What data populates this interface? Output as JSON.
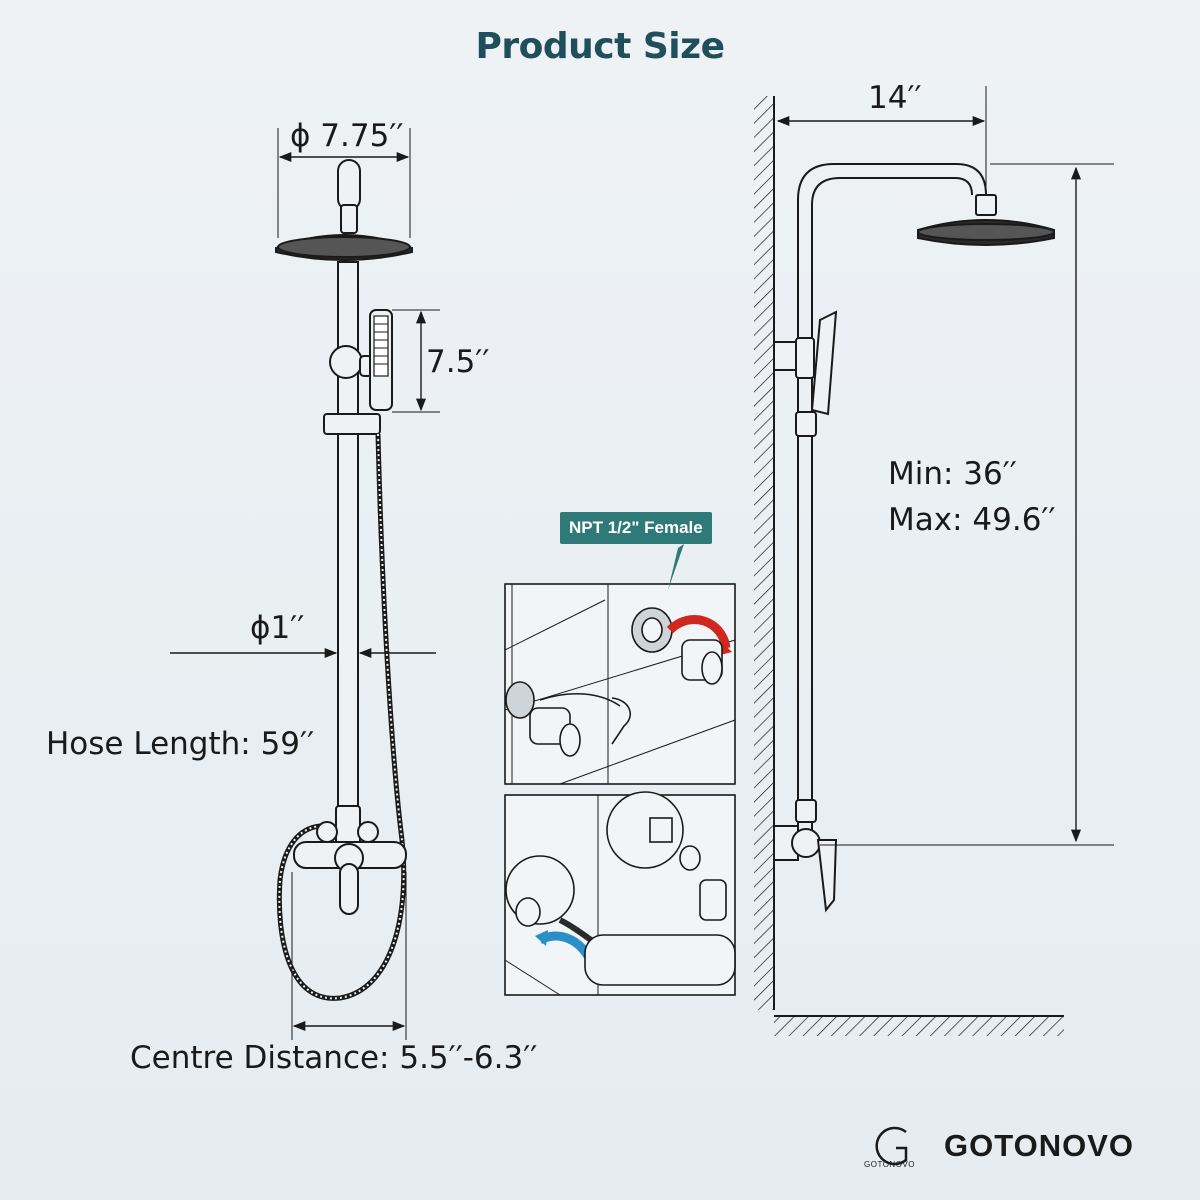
{
  "title": "Product Size",
  "dimensions": {
    "head_diameter": "ϕ 7.75′′",
    "handheld_length": "7.5′′",
    "pipe_diameter": "ϕ1′′",
    "hose_length": "Hose Length: 59′′",
    "centre_distance": "Centre Distance: 5.5′′-6.3′′",
    "arm_reach": "14′′",
    "height_min": "Min: 36′′",
    "height_max": "Max: 49.6′′"
  },
  "inset": {
    "badge": "NPT 1/2\" Female"
  },
  "brand": {
    "name": "GOTONOVO",
    "logo_letter": "G"
  },
  "colors": {
    "title": "#1f4f5b",
    "badge_bg": "#2f7a78",
    "arrow_red": "#d0271f",
    "arrow_blue": "#2a8fc8",
    "line": "#1a1a1a"
  }
}
